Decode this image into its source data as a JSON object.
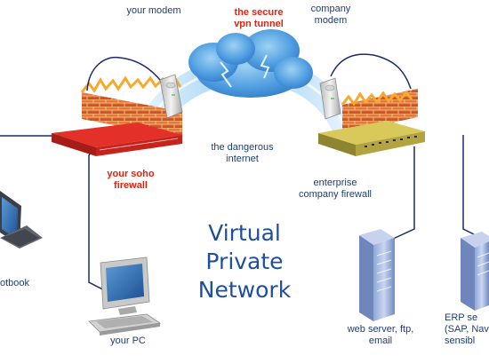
{
  "title": "Virtual\nPrivate\nNetwork",
  "labels": {
    "your_modem": "your modem",
    "secure_tunnel": "the secure\nvpn tunnel",
    "company_modem": "company\nmodem",
    "dangerous_internet": "the dangerous\ninternet",
    "soho_firewall": "your soho\nfirewall",
    "enterprise_firewall": "enterprise\ncompany firewall",
    "notebook": "otbook",
    "your_pc": "your PC",
    "web_server": "web server, ftp,\nemail",
    "erp_server": "ERP se\n(SAP, Nav\nsensibl"
  },
  "colors": {
    "label_blue": "#1f3d73",
    "label_red": "#e2230f"
  }
}
